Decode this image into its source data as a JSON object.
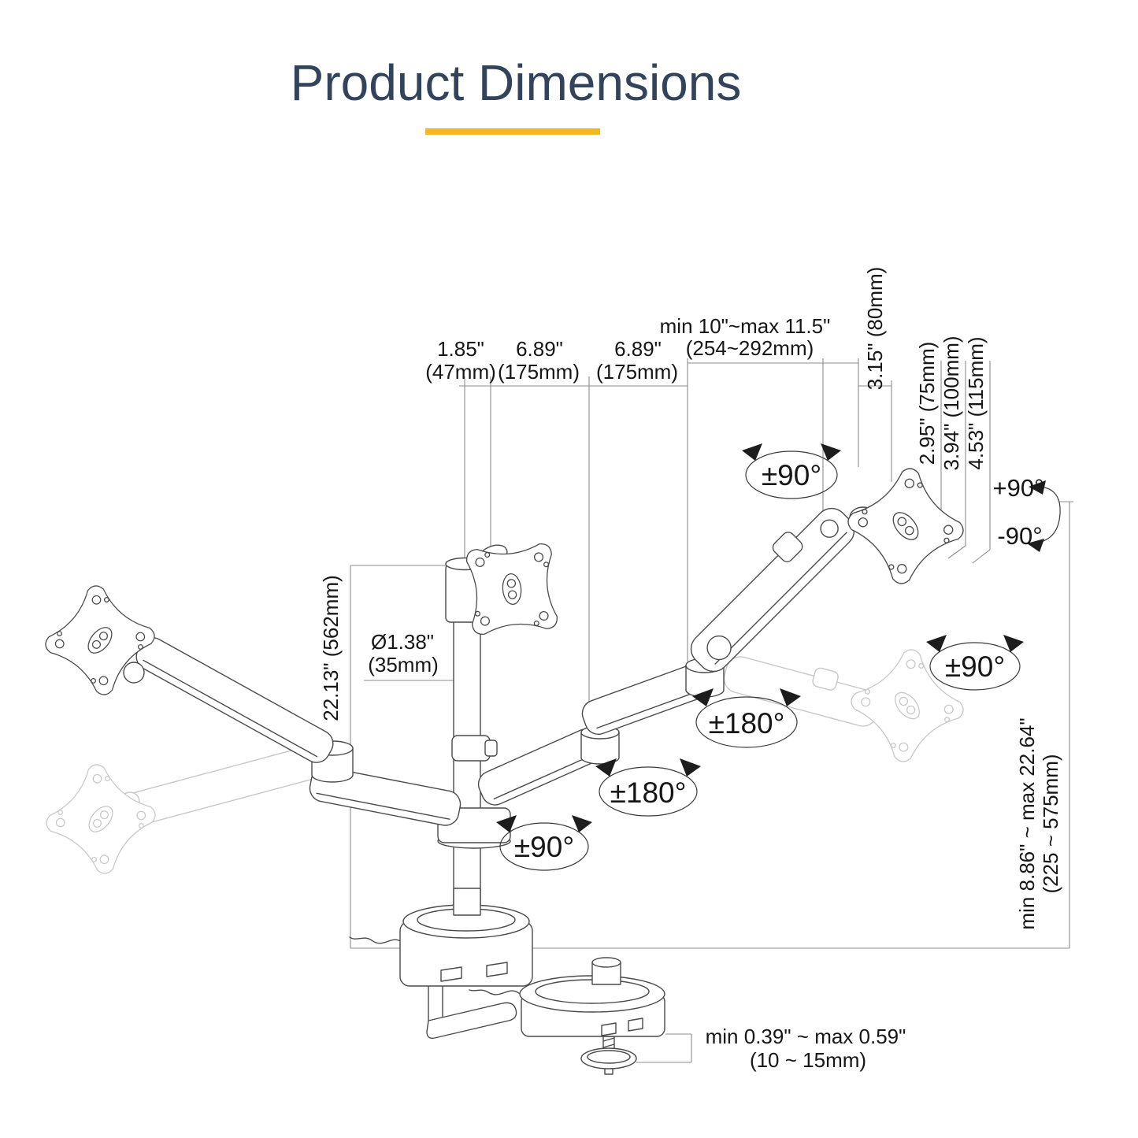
{
  "title": "Product Dimensions",
  "colors": {
    "accent_underline": "#f5b61e",
    "title_text": "#31445c",
    "drawing_ink": "#4a4a4a",
    "ghost_ink": "#c8c8c8",
    "dimension_line": "#8c8c8c"
  },
  "labels": {
    "pole_offset_in": "1.85\"",
    "pole_offset_mm": "(47mm)",
    "arm1_in": "6.89\"",
    "arm1_mm": "(175mm)",
    "arm2_in": "6.89\"",
    "arm2_mm": "(175mm)",
    "reach_in": "min 10\"~max 11.5\"",
    "reach_mm": "(254~292mm)",
    "vesa_offset": "3.15\" (80mm)",
    "vesa_75": "2.95\" (75mm)",
    "vesa_100": "3.94\" (100mm)",
    "vesa_115": "4.53\" (115mm)",
    "tilt_up": "+90°",
    "tilt_down": "-90°",
    "rotate_vesa_top": "±90°",
    "rotate_end_joint": "±90°",
    "rotate_arm_outer": "±180°",
    "rotate_arm_inner": "±180°",
    "rotate_pole": "±90°",
    "pole_diameter_in": "Ø1.38\"",
    "pole_diameter_mm": "(35mm)",
    "pole_height": "22.13\" (562mm)",
    "height_range_in": "min 8.86\" ~ max 22.64\"",
    "height_range_mm": "(225 ~ 575mm)",
    "desk_thickness_in": "min 0.39\" ~ max 0.59\"",
    "desk_thickness_mm": "(10 ~ 15mm)"
  }
}
